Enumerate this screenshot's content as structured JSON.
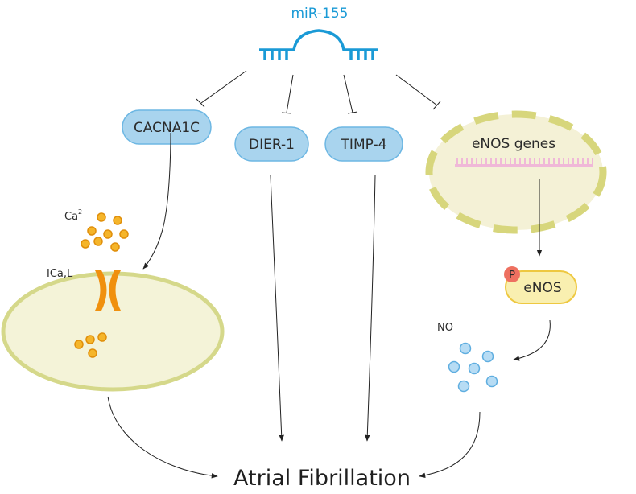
{
  "mirna": {
    "label": "miR-155",
    "color": "#1a9ad6"
  },
  "targets": {
    "cacna1c": "CACNA1C",
    "dier1": "DIER-1",
    "timp4": "TIMP-4",
    "enos_genes": "eNOS genes"
  },
  "ions": {
    "calcium": "Ca",
    "calcium_charge": "2+",
    "channel": "ICa,L"
  },
  "enos": {
    "label": "eNOS",
    "phospho": "P"
  },
  "no": {
    "label": "NO"
  },
  "outcome": {
    "label": "Atrial Fibrillation"
  },
  "colors": {
    "pill_fill": "#a9d4ee",
    "pill_stroke": "#6db7e3",
    "cell_fill": "#f4f3d8",
    "cell_stroke": "#d5d88a",
    "nucleus_fill": "#f4f1d6",
    "nucleus_dash": "#d7d67c",
    "gene_pink": "#f0b8d8",
    "calcium_fill": "#f5b52a",
    "calcium_stroke": "#e08f0b",
    "channel": "#f0900e",
    "enos_fill": "#f9efb0",
    "enos_stroke": "#eec841",
    "phospho_fill": "#ee7060",
    "no_fill": "#b7dcf4",
    "no_stroke": "#5faee0"
  }
}
